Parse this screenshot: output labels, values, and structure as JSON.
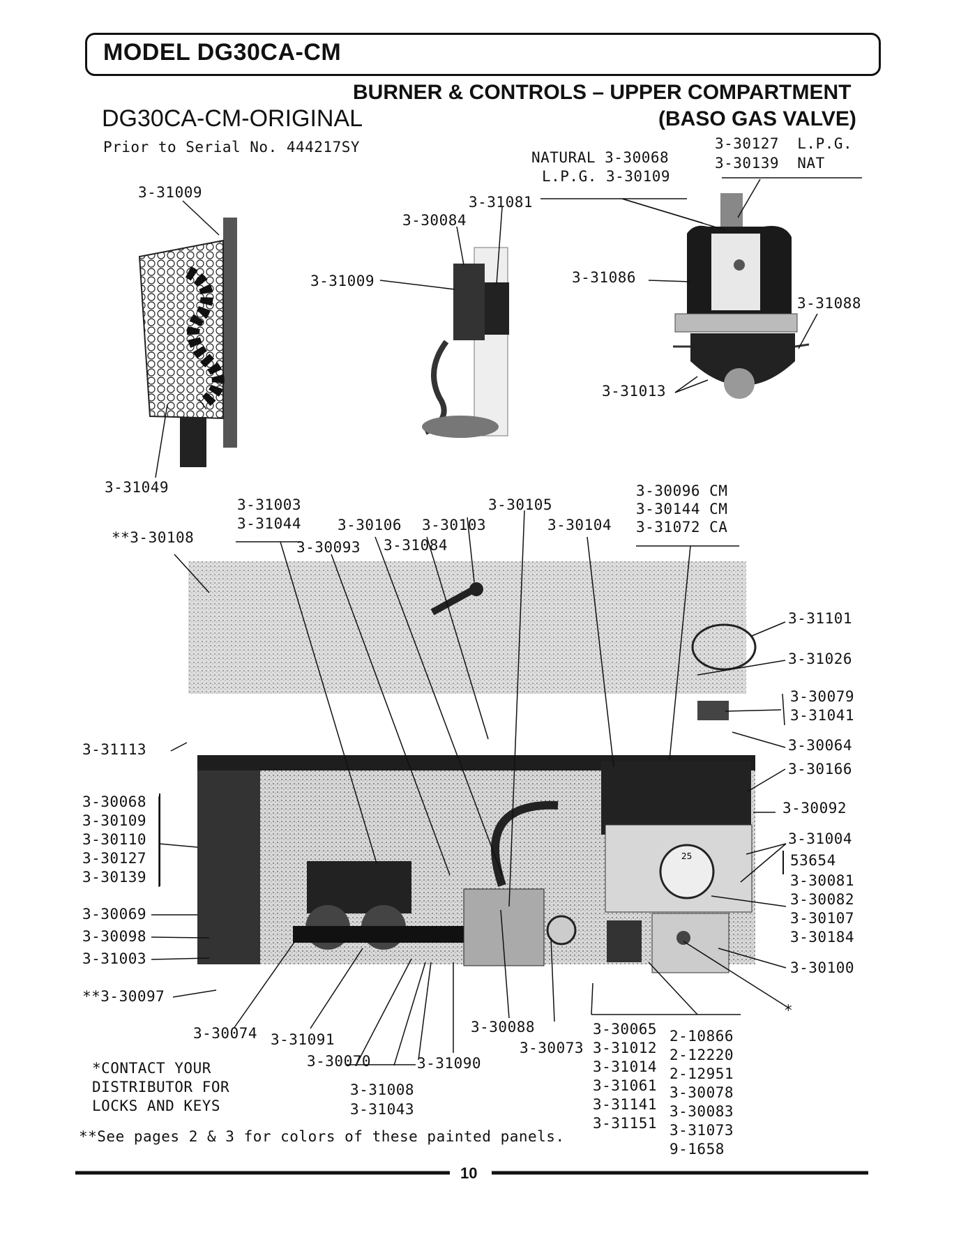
{
  "header": {
    "model_title": "MODEL DG30CA-CM"
  },
  "section": {
    "title_line1": "BURNER & CONTROLS – UPPER COMPARTMENT",
    "title_line2": "(BASO GAS VALVE)",
    "variant": "DG30CA-CM-ORIGINAL",
    "serial_note": "Prior to Serial No. 444217SY"
  },
  "labels": {
    "valve_lpg": "3-30127  L.P.G.",
    "valve_nat": "3-30139  NAT",
    "natural_line": "NATURAL 3-30068",
    "lpg_line": "L.P.G. 3-30109",
    "p31009_top": "3-31009",
    "p31081": "3-31081",
    "p30084": "3-30084",
    "p31009_mid": "3-31009",
    "p31086": "3-31086",
    "p31088": "3-31088",
    "p31013": "3-31013",
    "p31049": "3-31049",
    "p31003_top": "3-31003",
    "p31044": "3-31044",
    "p30105": "3-30105",
    "p30096": "3-30096 CM",
    "p30144": "3-30144 CM",
    "p31072": "3-31072 CA",
    "p30108": "**3-30108",
    "p30106": "3-30106",
    "p30103": "3-30103",
    "p30104": "3-30104",
    "p30093": "3-30093",
    "p31084": "3-31084",
    "p31101": "3-31101",
    "p31026": "3-31026",
    "p30079": "3-30079",
    "p31041": "3-31041",
    "p31113": "3-31113",
    "p30064": "3-30064",
    "p30166": "3-30166",
    "left_group": [
      "3-30068",
      "3-30109",
      "3-30110",
      "3-30127",
      "3-30139"
    ],
    "p30092": "3-30092",
    "p31004": "3-31004",
    "right_group": [
      "53654",
      "3-30081",
      "3-30082",
      "3-30107",
      "3-30184"
    ],
    "p30069": "3-30069",
    "p30098": "3-30098",
    "p31003_low": "3-31003",
    "p30100": "3-30100",
    "p30097": "**3-30097",
    "star": "*",
    "p30074": "3-30074",
    "p31091": "3-31091",
    "p30088": "3-30088",
    "p30073": "3-30073",
    "group_65": [
      "3-30065",
      "3-31012",
      "3-31014",
      "3-31061",
      "3-31141",
      "3-31151"
    ],
    "group_10866": [
      "2-10866",
      "2-12220",
      "2-12951",
      "3-30078",
      "3-30083",
      "3-31073",
      "9-1658"
    ],
    "p30070": "3-30070",
    "p31090": "3-31090",
    "group_31008": [
      "3-31008",
      "3-31043"
    ]
  },
  "notes": {
    "contact": [
      "*CONTACT YOUR",
      "DISTRIBUTOR FOR",
      "LOCKS AND KEYS"
    ],
    "see_pages": "**See pages 2 & 3 for colors of these painted panels."
  },
  "page_number": "10"
}
